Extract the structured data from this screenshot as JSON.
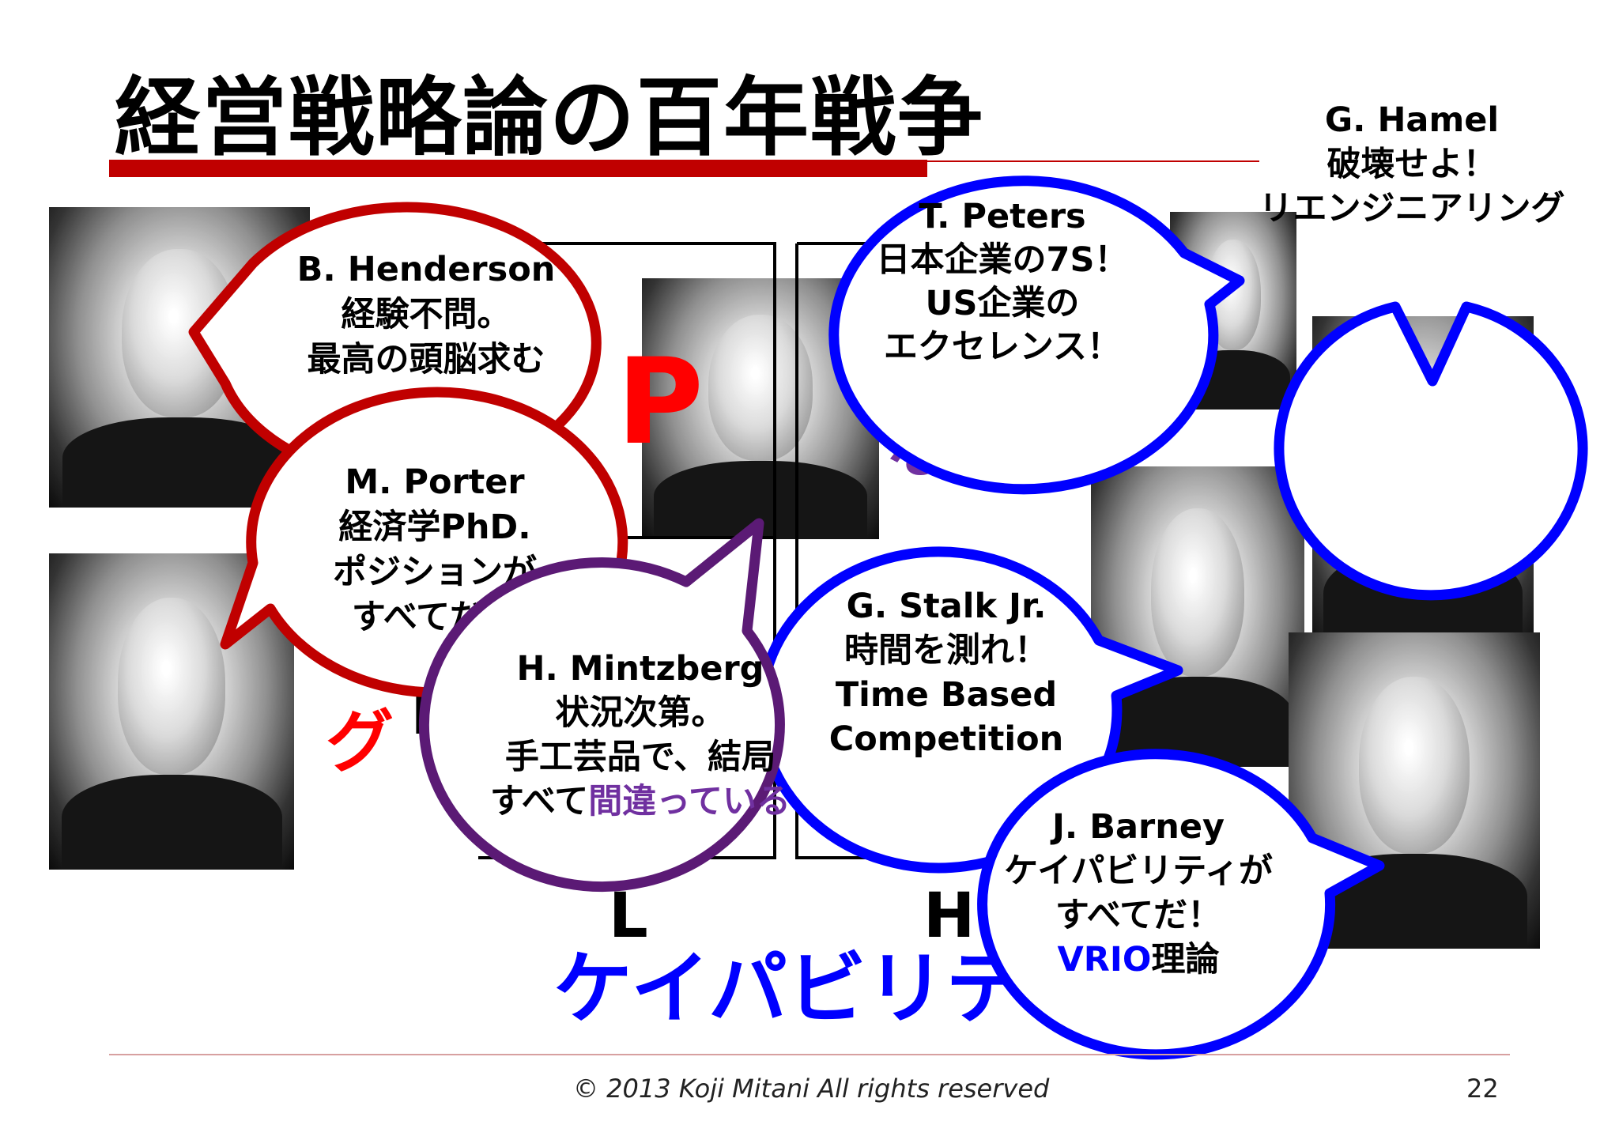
{
  "title": "経営戦略論の百年戦争",
  "matrix": {
    "letter_p": "P",
    "label_nai": "ない",
    "label_gu": "グ",
    "label_l_inner": "L",
    "axis_l": "L",
    "axis_h": "H",
    "axis_capability": "ケイパビリティ"
  },
  "bubbles": {
    "henderson": [
      "B. Henderson",
      "経験不問。",
      "最高の頭脳求む"
    ],
    "porter": [
      "M. Porter",
      "経済学PhD.",
      "ポジションが",
      "すべてだ！"
    ],
    "mintzberg": {
      "lines": [
        "H. Mintzberg",
        "状況次第。",
        "手工芸品で、結局"
      ],
      "last_prefix": "すべて",
      "last_emphasis": "間違っている"
    },
    "peters": [
      "T. Peters",
      "日本企業の7S！",
      "US企業の",
      "エクセレンス！"
    ],
    "hamel": [
      "G. Hamel",
      "破壊せよ！",
      "リエンジニアリング"
    ],
    "stalk": [
      "G. Stalk Jr.",
      "時間を測れ！",
      "Time Based",
      "Competition"
    ],
    "barney": {
      "lines": [
        "J. Barney",
        "ケイパビリティが",
        "すべてだ！"
      ],
      "last_emphasis": "VRIO",
      "last_suffix": "理論"
    }
  },
  "colors": {
    "red": "#c00000",
    "bright_red": "#ff0000",
    "blue": "#0000ff",
    "purple": "#7030a0",
    "dark_purple": "#5b1a75"
  },
  "footer": {
    "copyright": "© 2013 Koji Mitani All rights reserved",
    "page_number": "22"
  }
}
